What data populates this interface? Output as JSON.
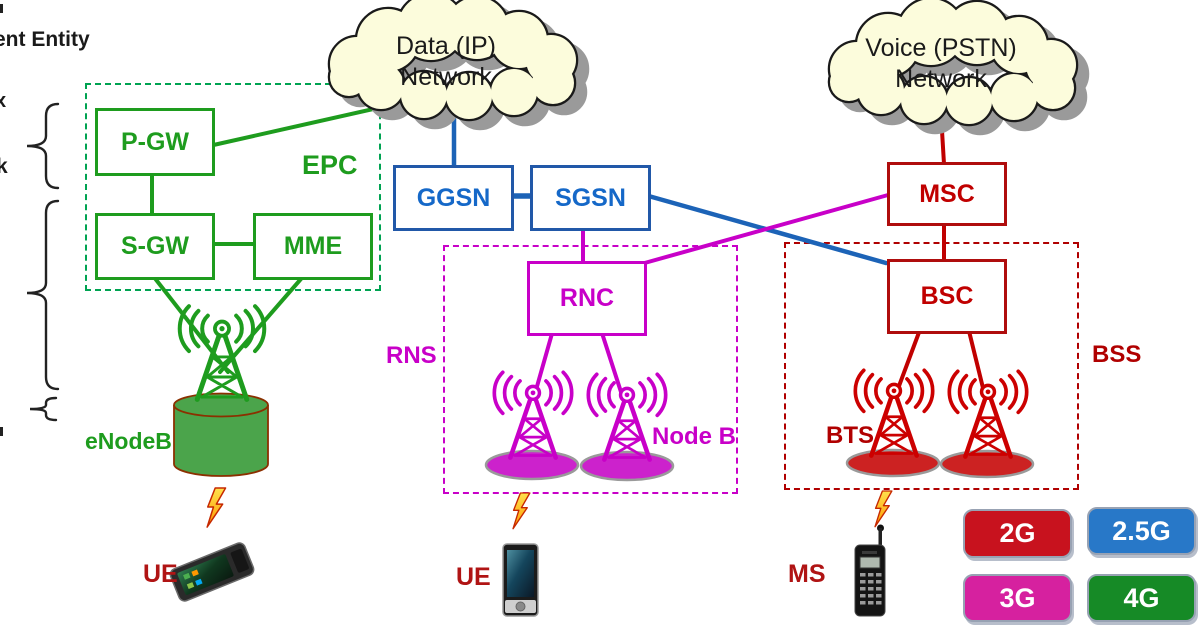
{
  "left_margin": {
    "truncated_text_top": "ent Entity",
    "truncated_letter_1": "x",
    "truncated_letter_2": "k"
  },
  "clouds": {
    "data_ip": {
      "line1": "Data (IP)",
      "line2": "Network"
    },
    "voice_pstn": {
      "line1": "Voice (PSTN)",
      "line2": "Network"
    }
  },
  "lte": {
    "group_label": "EPC",
    "pgw": "P-GW",
    "sgw": "S-GW",
    "mme": "MME",
    "enodeb": "eNodeB",
    "device": "UE"
  },
  "umts": {
    "group_label": "RNS",
    "ggsn": "GGSN",
    "sgsn": "SGSN",
    "rnc": "RNC",
    "nodeb": "Node B",
    "device": "UE"
  },
  "gsm": {
    "group_label": "BSS",
    "msc": "MSC",
    "bsc": "BSC",
    "bts": "BTS",
    "device": "MS"
  },
  "legend": {
    "items": [
      {
        "label": "2G",
        "color": "#C8121E"
      },
      {
        "label": "2.5G",
        "color": "#2878C8"
      },
      {
        "label": "3G",
        "color": "#D6219F"
      },
      {
        "label": "4G",
        "color": "#168A26"
      }
    ]
  },
  "colors": {
    "lte_green": "#1E9C1E",
    "epc_dashed_green": "#00A352",
    "packet_core_blue": "#2158A8",
    "umts_magenta": "#C800C8",
    "gsm_dark_red": "#B00000",
    "cloud_fill": "#FCFCDC",
    "cloud_shadow": "#9A9A9A",
    "device_label_red": "#B01414",
    "lightning_orange": "#FF9800"
  }
}
